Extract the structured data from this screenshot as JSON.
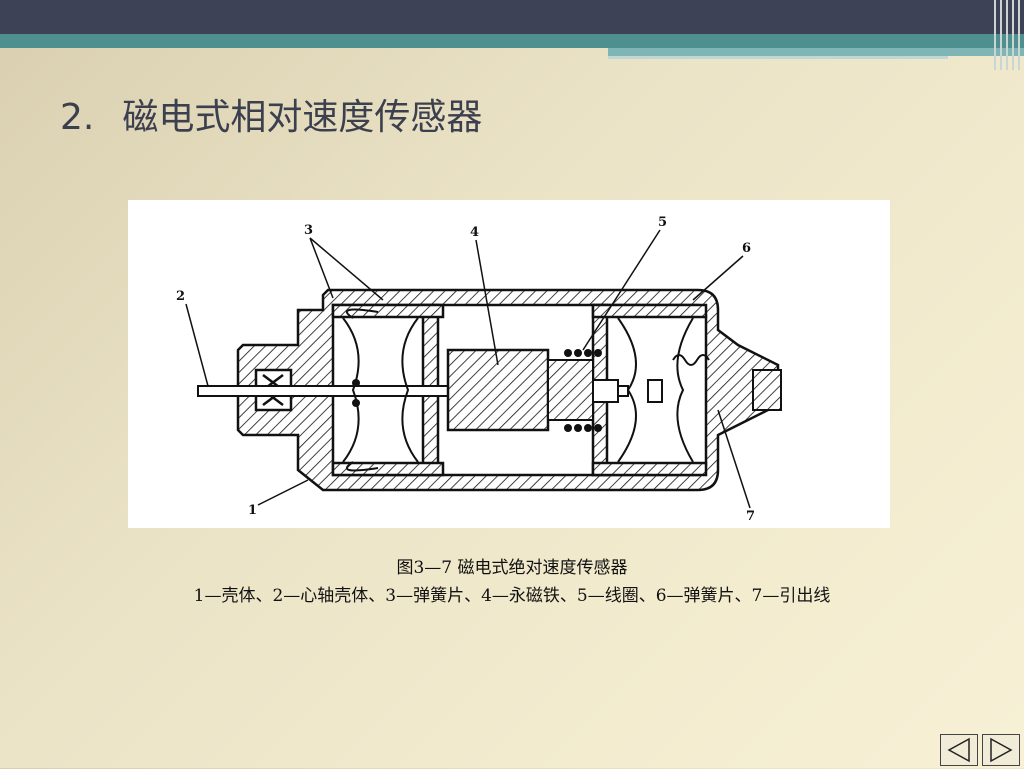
{
  "slide": {
    "title_number": "2.",
    "title_text": "磁电式相对速度传感器",
    "figure_caption": "图3—7 磁电式绝对速度传感器",
    "legend_caption": "1—壳体、2—心轴壳体、3—弹簧片、4—永磁铁、5—线圈、6—弹簧片、7—引出线"
  },
  "diagram": {
    "labels": {
      "l1": "1",
      "l2": "2",
      "l3": "3",
      "l4": "4",
      "l5": "5",
      "l6": "6",
      "l7": "7"
    }
  },
  "navigation": {
    "prev_icon": "triangle-left-icon",
    "next_icon": "triangle-right-icon"
  },
  "colors": {
    "header_dark": "#3e4257",
    "header_teal": "#4e8f90",
    "title_color": "#3c3f4e"
  }
}
